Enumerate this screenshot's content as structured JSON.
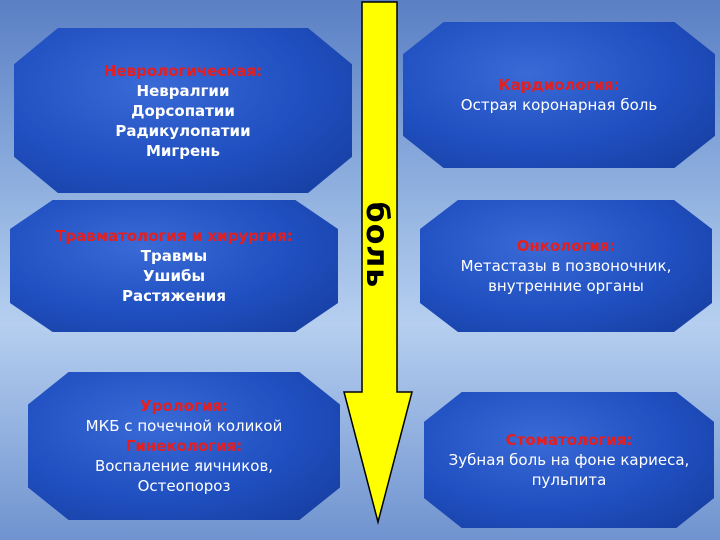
{
  "arrow": {
    "label": "боль",
    "color": "#ffff00"
  },
  "colors": {
    "box_fill": "#1f4fc0",
    "title_red": "#e61e1e",
    "text": "#ffffff"
  },
  "neurology": {
    "title": "Неврологическая:",
    "items": [
      "Невралгии",
      "Дорсопатии",
      "Радикулопатии",
      "Мигрень"
    ]
  },
  "trauma": {
    "title": "Травматология и хирургия:",
    "items": [
      "Травмы",
      "Ушибы",
      "Растяжения"
    ]
  },
  "urology": {
    "title": "Урология:",
    "item": "МКБ с почечной коликой",
    "title2": "Гинекология:",
    "items2": [
      "Воспаление яичников,",
      "Остеопороз"
    ]
  },
  "cardiology": {
    "title": "Кардиология:",
    "item": "Острая коронарная боль"
  },
  "oncology": {
    "title": "Онкология:",
    "items": [
      "Метастазы в позвоночник,",
      "внутренние органы"
    ]
  },
  "stomatology": {
    "title": "Стоматология:",
    "items": [
      "Зубная боль на фоне кариеса,",
      "пульпита"
    ]
  }
}
